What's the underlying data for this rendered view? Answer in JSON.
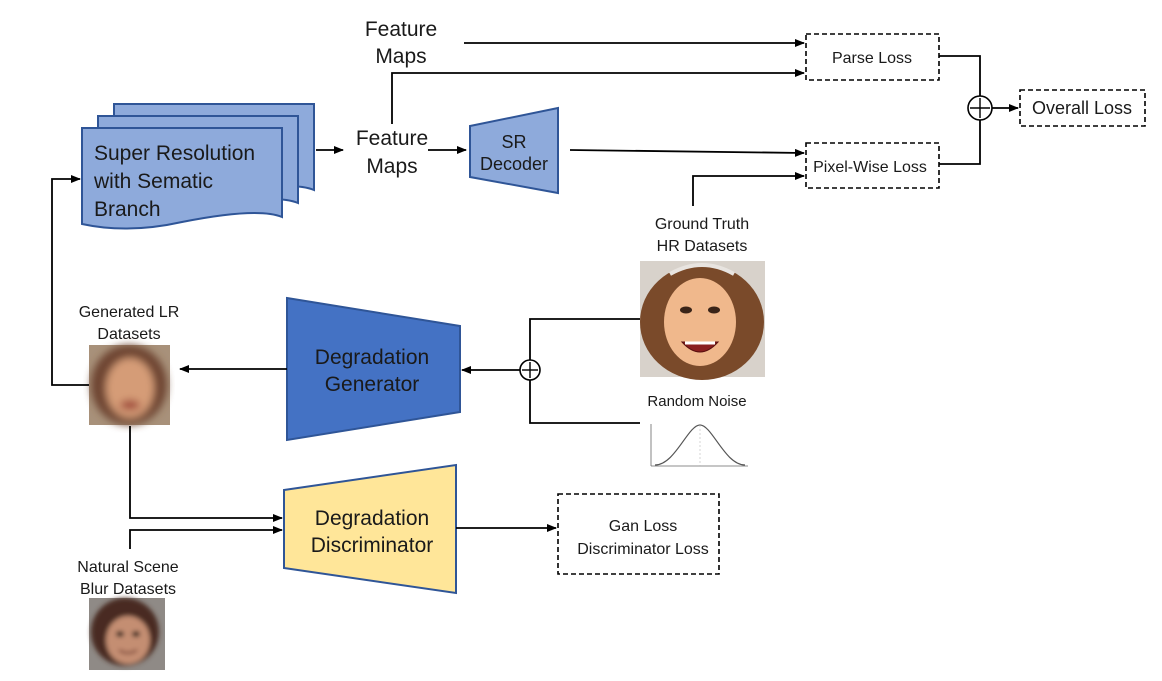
{
  "labels": {
    "feature_maps_top_1": "Feature",
    "feature_maps_top_2": "Maps",
    "feature_maps_mid_1": "Feature",
    "feature_maps_mid_2": "Maps",
    "sr_branch_1": "Super Resolution",
    "sr_branch_2": "with Sematic",
    "sr_branch_3": "Branch",
    "sr_decoder_1": "SR",
    "sr_decoder_2": "Decoder",
    "parse_loss": "Parse Loss",
    "pixel_wise_loss": "Pixel-Wise Loss",
    "overall_loss": "Overall Loss",
    "ground_truth_1": "Ground Truth",
    "ground_truth_2": "HR Datasets",
    "generated_lr_1": "Generated LR",
    "generated_lr_2": "Datasets",
    "degradation_generator_1": "Degradation",
    "degradation_generator_2": "Generator",
    "random_noise": "Random Noise",
    "degradation_discriminator_1": "Degradation",
    "degradation_discriminator_2": "Discriminator",
    "gan_loss_1": "Gan Loss",
    "gan_loss_2": "Discriminator Loss",
    "natural_scene_1": "Natural Scene",
    "natural_scene_2": "Blur Datasets"
  },
  "colors": {
    "sr_branch": "#8eaadb",
    "sr_decoder": "#8eaadb",
    "generator": "#4472c4",
    "discriminator": "#ffe699",
    "outline_blue": "#2f5597"
  }
}
